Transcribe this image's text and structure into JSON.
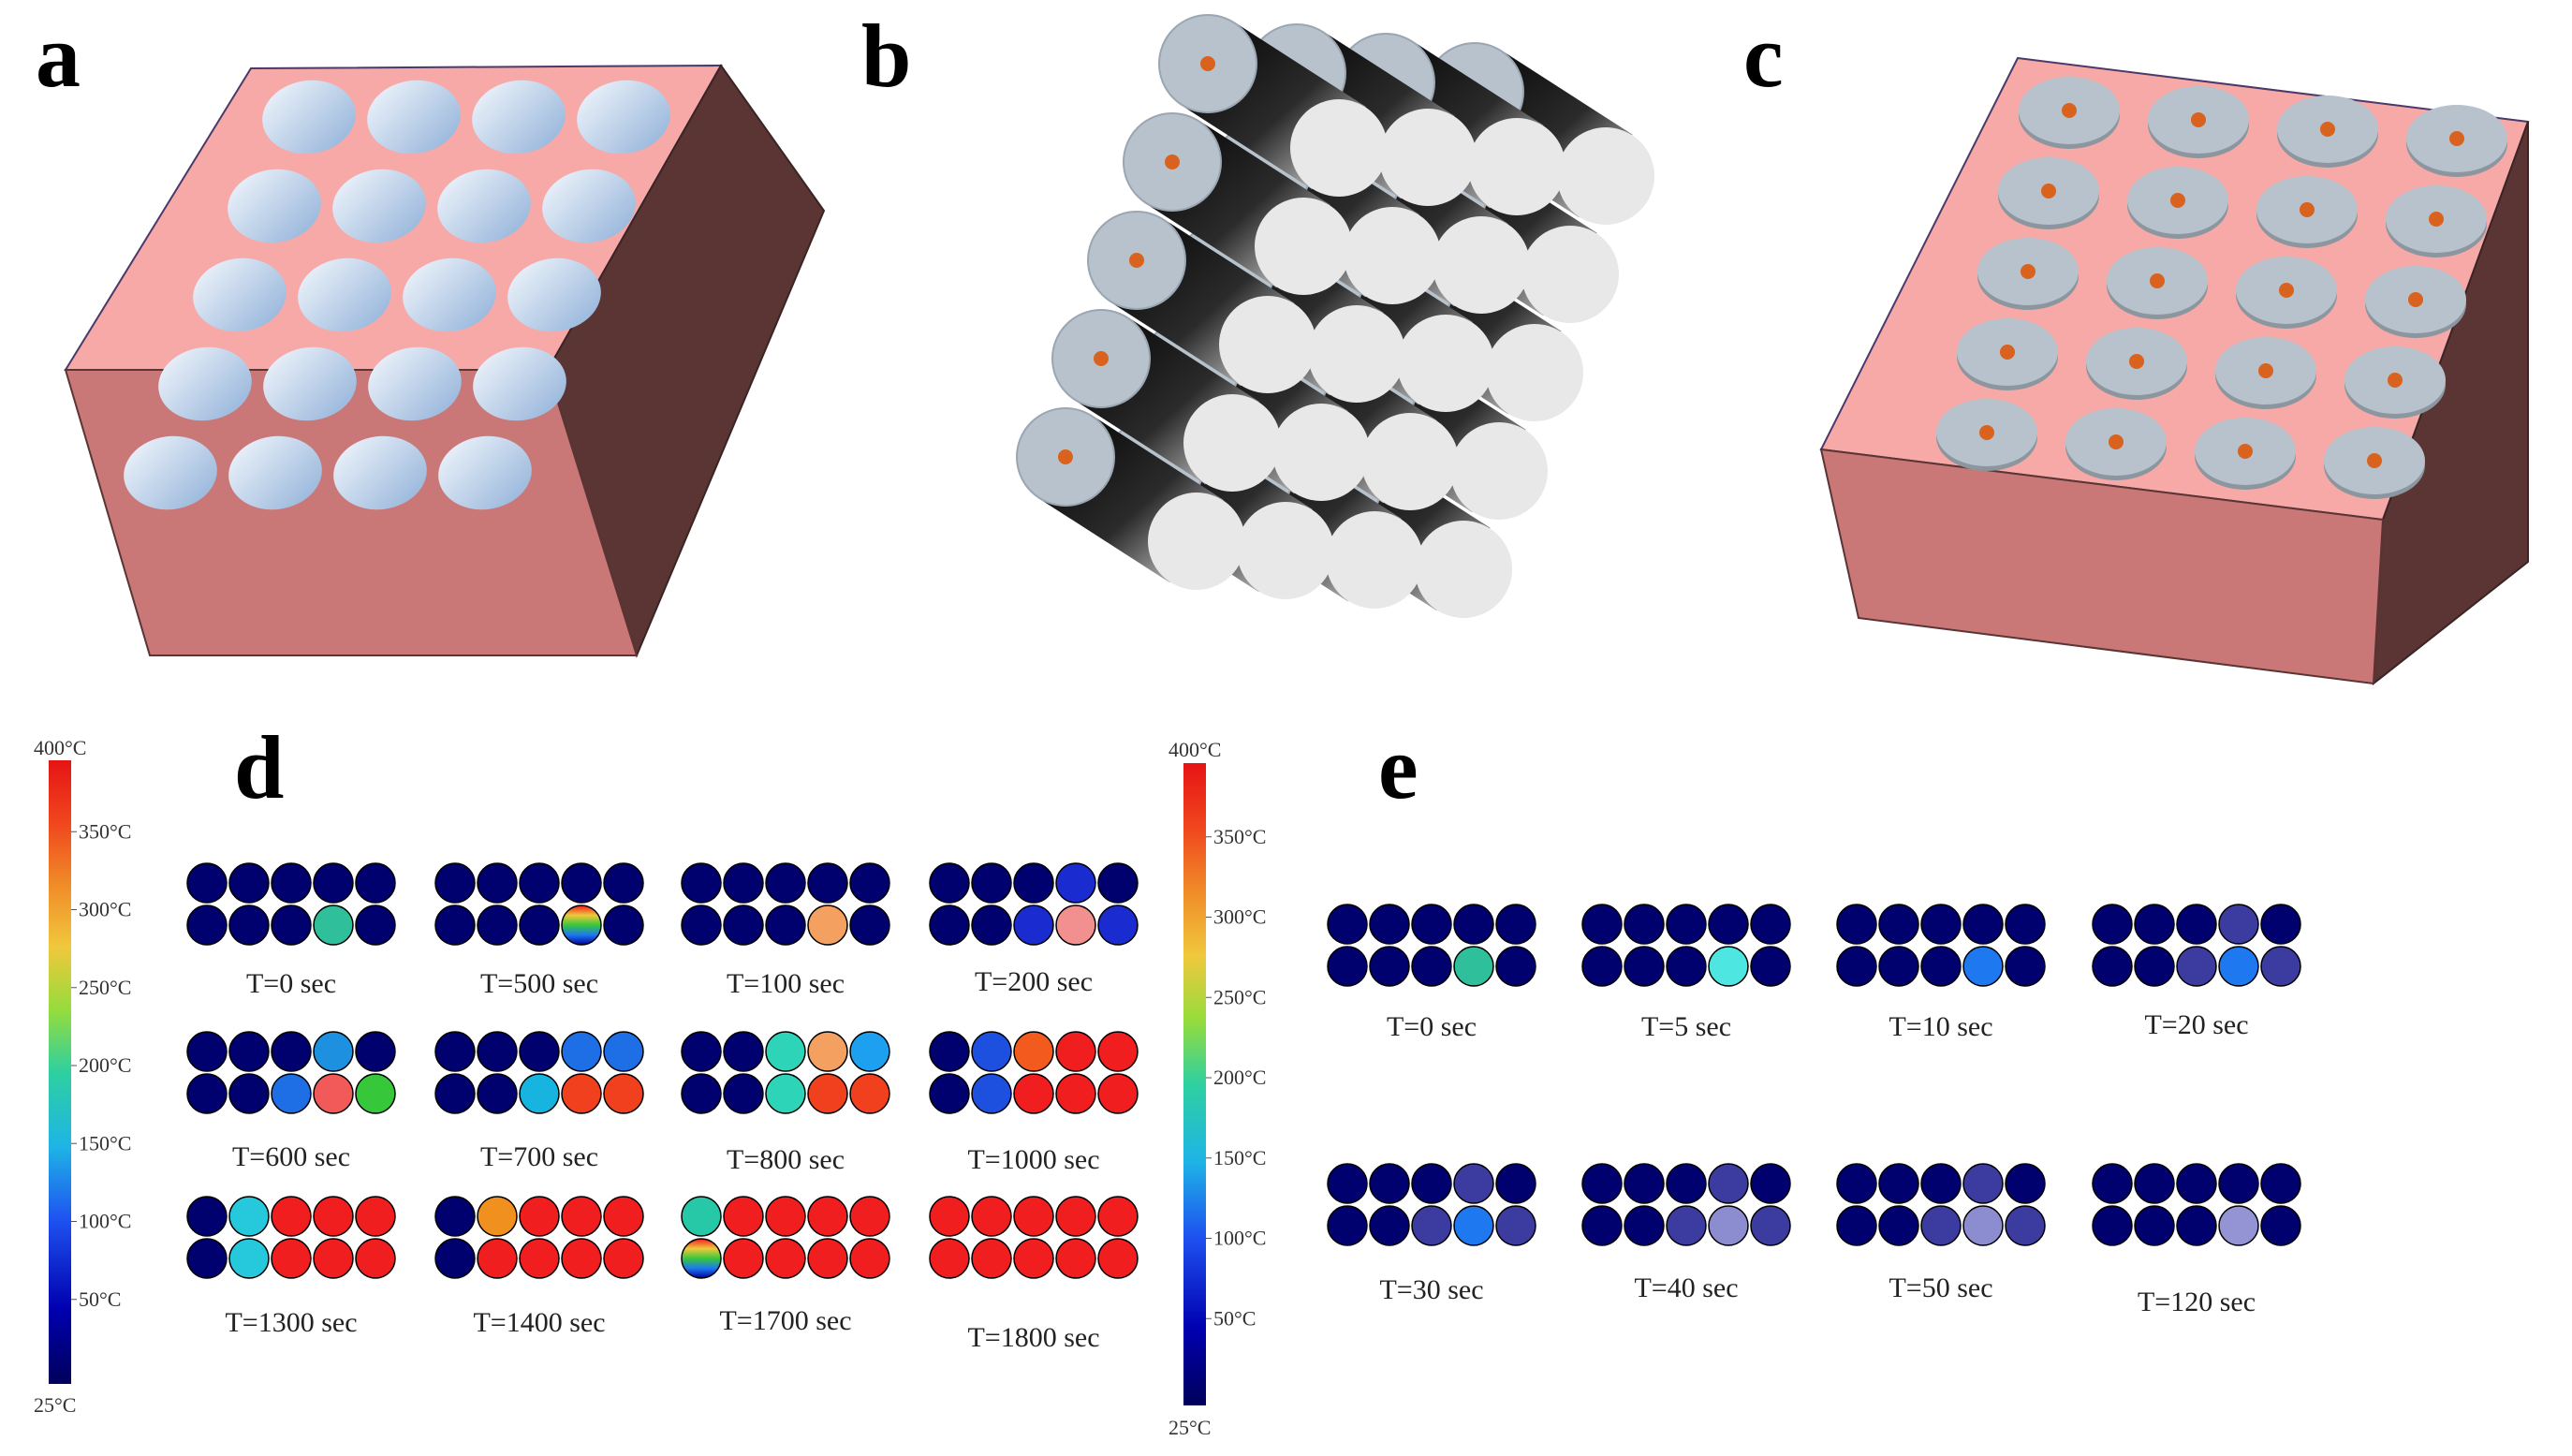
{
  "panels": {
    "a": "a",
    "b": "b",
    "c": "c",
    "d": "d",
    "e": "e"
  },
  "colorbar_ticks": [
    "400°C",
    "350°C",
    "300°C",
    "250°C",
    "200°C",
    "150°C",
    "100°C",
    "50°C",
    "25°C"
  ],
  "colors": {
    "block_top": "#f6a9a7",
    "block_side_dark": "#5a3534",
    "block_front": "#c97877",
    "hole_light": "#e6eef8",
    "hole_dark": "#9ab8dc",
    "rod_face": "#b7c2cc",
    "rod_core": "#d9631e",
    "cool_navy": "#00006e"
  },
  "panel_d": {
    "captions": [
      "T=0 sec",
      "T=500 sec",
      "T=100 sec",
      "T=200 sec",
      "T=600 sec",
      "T=700 sec",
      "T=800 sec",
      "T=1000 sec",
      "T=1300 sec",
      "T=1400 sec",
      "T=1700 sec",
      "T=1800 sec"
    ],
    "grids": [
      [
        [
          "#00006e",
          "#00006e",
          "#00006e",
          "#00006e",
          "#00006e"
        ],
        [
          "#00006e",
          "#00006e",
          "#00006e",
          "#2fbf9a",
          "#00006e"
        ]
      ],
      [
        [
          "#00006e",
          "#00006e",
          "#00006e",
          "#00006e",
          "#00006e"
        ],
        [
          "#00006e",
          "#00006e",
          "#00006e",
          "rainbow",
          "#00006e"
        ]
      ],
      [
        [
          "#00006e",
          "#00006e",
          "#00006e",
          "#00006e",
          "#00006e"
        ],
        [
          "#00006e",
          "#00006e",
          "#00006e",
          "#f4a060",
          "#00006e"
        ]
      ],
      [
        [
          "#00006e",
          "#00006e",
          "#00006e",
          "#1a2bd0",
          "#00006e"
        ],
        [
          "#00006e",
          "#00006e",
          "#1a2bd0",
          "#f29090",
          "#1a2bd0"
        ]
      ],
      [
        [
          "#00006e",
          "#00006e",
          "#00006e",
          "#1e90e0",
          "#00006e"
        ],
        [
          "#00006e",
          "#00006e",
          "#1e6ee6",
          "#f25a5a",
          "#36c83a"
        ]
      ],
      [
        [
          "#00006e",
          "#00006e",
          "#00006e",
          "#1e6ee6",
          "#1e6ee6"
        ],
        [
          "#00006e",
          "#00006e",
          "#18b4e0",
          "#f0401e",
          "#f0401e"
        ]
      ],
      [
        [
          "#00006e",
          "#00006e",
          "#2ed4b8",
          "#f4a060",
          "#1ea0f0"
        ],
        [
          "#00006e",
          "#00006e",
          "#2ed4b8",
          "#f0401e",
          "#f0401e"
        ]
      ],
      [
        [
          "#00006e",
          "#1e50e0",
          "#f25a1e",
          "#f01e1e",
          "#f01e1e"
        ],
        [
          "#00006e",
          "#1e50e0",
          "#f01e1e",
          "#f01e1e",
          "#f01e1e"
        ]
      ],
      [
        [
          "#00006e",
          "#26c8dc",
          "#f01e1e",
          "#f01e1e",
          "#f01e1e"
        ],
        [
          "#00006e",
          "#26c8dc",
          "#f01e1e",
          "#f01e1e",
          "#f01e1e"
        ]
      ],
      [
        [
          "#00006e",
          "#f0901e",
          "#f01e1e",
          "#f01e1e",
          "#f01e1e"
        ],
        [
          "#00006e",
          "#f01e1e",
          "#f01e1e",
          "#f01e1e",
          "#f01e1e"
        ]
      ],
      [
        [
          "#26c8a8",
          "#f01e1e",
          "#f01e1e",
          "#f01e1e",
          "#f01e1e"
        ],
        [
          "rainbow",
          "#f01e1e",
          "#f01e1e",
          "#f01e1e",
          "#f01e1e"
        ]
      ],
      [
        [
          "#f01e1e",
          "#f01e1e",
          "#f01e1e",
          "#f01e1e",
          "#f01e1e"
        ],
        [
          "#f01e1e",
          "#f01e1e",
          "#f01e1e",
          "#f01e1e",
          "#f01e1e"
        ]
      ]
    ]
  },
  "panel_e": {
    "captions": [
      "T=0 sec",
      "T=5 sec",
      "T=10 sec",
      "T=20 sec",
      "T=30 sec",
      "T=40 sec",
      "T=50 sec",
      "T=120 sec"
    ],
    "grids": [
      [
        [
          "#00006e",
          "#00006e",
          "#00006e",
          "#00006e",
          "#00006e"
        ],
        [
          "#00006e",
          "#00006e",
          "#00006e",
          "#2fbf9a",
          "#00006e"
        ]
      ],
      [
        [
          "#00006e",
          "#00006e",
          "#00006e",
          "#00006e",
          "#00006e"
        ],
        [
          "#00006e",
          "#00006e",
          "#00006e",
          "#4de6e0",
          "#00006e"
        ]
      ],
      [
        [
          "#00006e",
          "#00006e",
          "#00006e",
          "#00006e",
          "#00006e"
        ],
        [
          "#00006e",
          "#00006e",
          "#00006e",
          "#1e78f0",
          "#00006e"
        ]
      ],
      [
        [
          "#00006e",
          "#00006e",
          "#00006e",
          "#3c3ca0",
          "#00006e"
        ],
        [
          "#00006e",
          "#00006e",
          "#3c3ca0",
          "#1e78f0",
          "#3c3ca0"
        ]
      ],
      [
        [
          "#00006e",
          "#00006e",
          "#00006e",
          "#3c3ca0",
          "#00006e"
        ],
        [
          "#00006e",
          "#00006e",
          "#3c3ca0",
          "#1e78f0",
          "#3c3ca0"
        ]
      ],
      [
        [
          "#00006e",
          "#00006e",
          "#00006e",
          "#3c3ca0",
          "#00006e"
        ],
        [
          "#00006e",
          "#00006e",
          "#3c3ca0",
          "#8c8cd0",
          "#3c3ca0"
        ]
      ],
      [
        [
          "#00006e",
          "#00006e",
          "#00006e",
          "#3c3ca0",
          "#00006e"
        ],
        [
          "#00006e",
          "#00006e",
          "#3c3ca0",
          "#8c8cd0",
          "#3c3ca0"
        ]
      ],
      [
        [
          "#00006e",
          "#00006e",
          "#00006e",
          "#00006e",
          "#00006e"
        ],
        [
          "#00006e",
          "#00006e",
          "#00006e",
          "#9494d4",
          "#00006e"
        ]
      ]
    ]
  }
}
